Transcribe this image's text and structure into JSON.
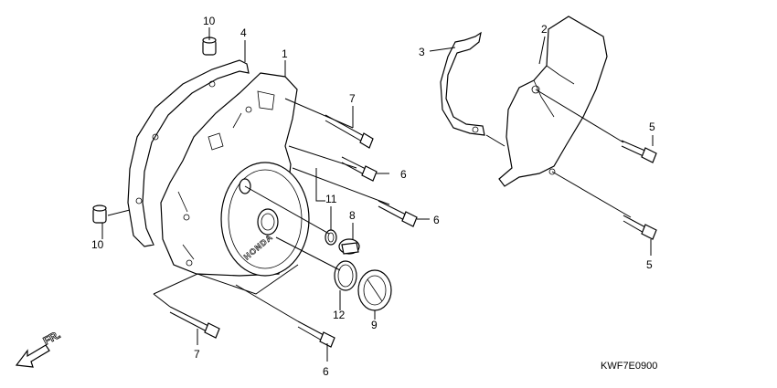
{
  "diagram": {
    "callouts": [
      {
        "id": "c10a",
        "text": "10"
      },
      {
        "id": "c4",
        "text": "4"
      },
      {
        "id": "c1",
        "text": "1"
      },
      {
        "id": "c3",
        "text": "3"
      },
      {
        "id": "c2",
        "text": "2"
      },
      {
        "id": "c7a",
        "text": "7"
      },
      {
        "id": "c5a",
        "text": "5"
      },
      {
        "id": "c6a",
        "text": "6"
      },
      {
        "id": "c11",
        "text": "11"
      },
      {
        "id": "c8",
        "text": "8"
      },
      {
        "id": "c6b",
        "text": "6"
      },
      {
        "id": "c10b",
        "text": "10"
      },
      {
        "id": "c5b",
        "text": "5"
      },
      {
        "id": "c12",
        "text": "12"
      },
      {
        "id": "c9",
        "text": "9"
      },
      {
        "id": "c7b",
        "text": "7"
      },
      {
        "id": "c6c",
        "text": "6"
      }
    ],
    "brand_mark": "HONDA",
    "direction_label": "FR.",
    "diagram_code": "KWF7E0900"
  }
}
